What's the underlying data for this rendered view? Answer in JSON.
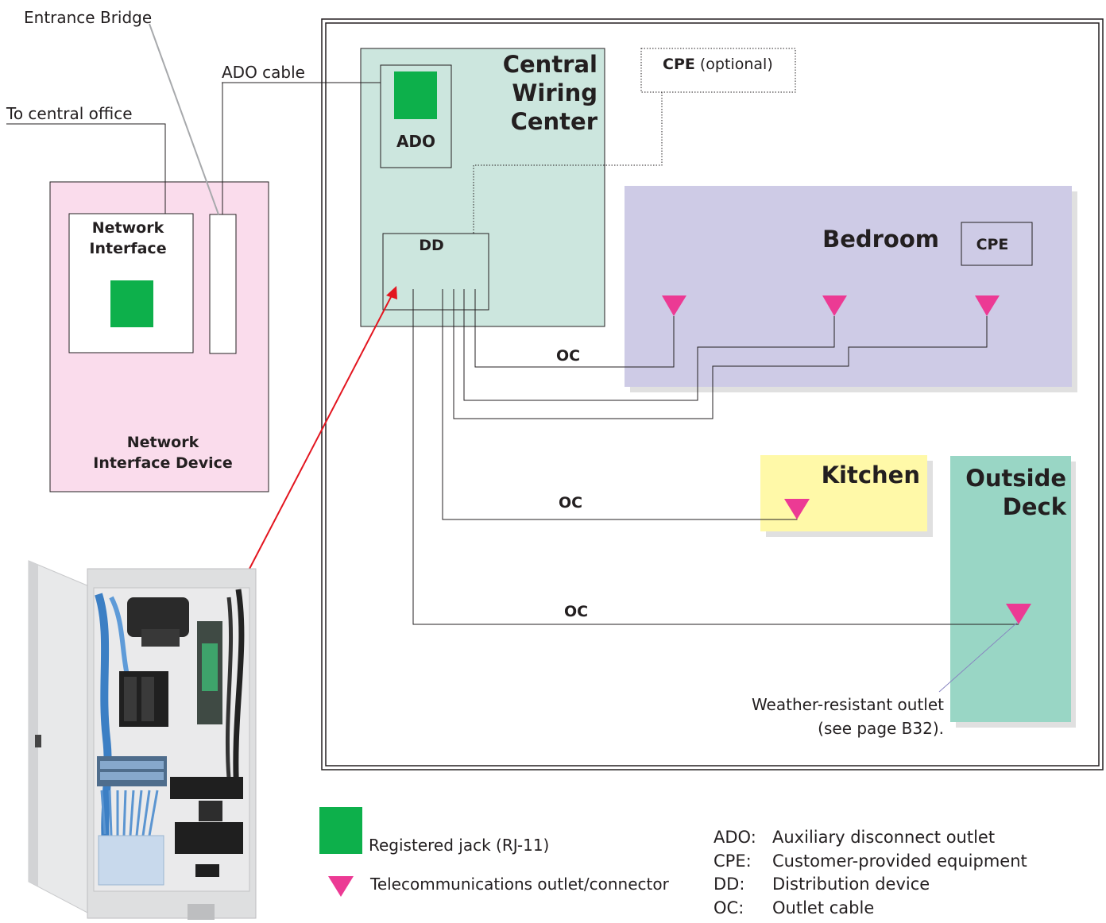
{
  "labels": {
    "entrance_bridge": "Entrance Bridge",
    "to_central_office": "To central office",
    "ado_cable": "ADO cable",
    "network_interface": "Network\nInterface",
    "network_interface_device": "Network\nInterface Device",
    "central_wiring_center": "Central\nWiring\nCenter",
    "ado": "ADO",
    "dd": "DD",
    "cpe_optional_bold": "CPE",
    "cpe_optional_rest": " (optional)",
    "bedroom": "Bedroom",
    "bedroom_cpe": "CPE",
    "kitchen": "Kitchen",
    "outside_deck": "Outside\nDeck",
    "oc_bedroom": "OC",
    "oc_kitchen": "OC",
    "oc_deck": "OC",
    "weather_outlet": "Weather-resistant outlet\n(see page B32)."
  },
  "legend": {
    "jack": "Registered jack (RJ-11)",
    "outlet": "Telecommunications outlet/connector",
    "abbreviations": [
      {
        "abbr": "ADO:",
        "def": "Auxiliary disconnect outlet"
      },
      {
        "abbr": "CPE:",
        "def": "Customer-provided equipment"
      },
      {
        "abbr": "DD:",
        "def": "Distribution device"
      },
      {
        "abbr": "OC:",
        "def": "Outlet cable"
      }
    ]
  },
  "colors": {
    "nid_pink": "#fadcec",
    "cwc_teal": "#cce6de",
    "bedroom_lavender": "#cecbe6",
    "kitchen_yellow": "#fff9a8",
    "deck_teal": "#99d6c5",
    "jack_green": "#0db04b",
    "outlet_magenta": "#ec3a94",
    "arrow_red": "#e3151f"
  }
}
